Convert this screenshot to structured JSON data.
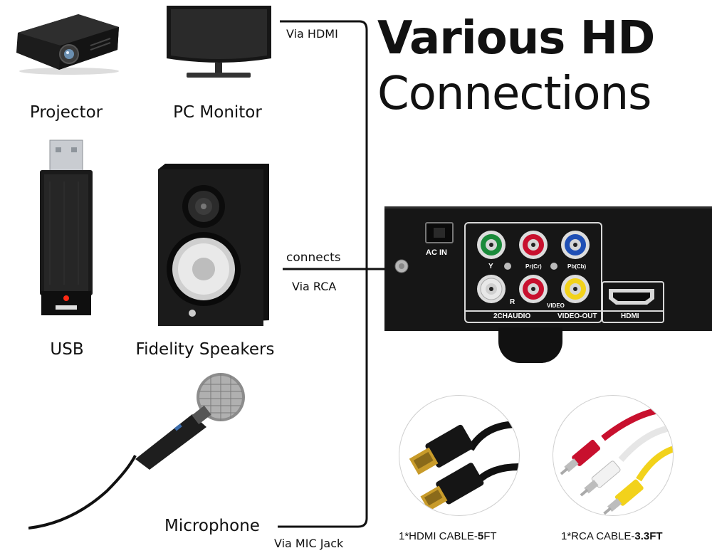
{
  "headline": {
    "line1": "Various HD",
    "line2": "Connections"
  },
  "devices": {
    "projector": {
      "label": "Projector",
      "icon": "projector-icon"
    },
    "pc_monitor": {
      "label": "PC Monitor",
      "icon": "monitor-icon"
    },
    "usb": {
      "label": "USB",
      "icon": "usb-drive-icon"
    },
    "speakers": {
      "label": "Fidelity Speakers",
      "icon": "speaker-icon"
    },
    "microphone": {
      "label": "Microphone",
      "icon": "microphone-icon"
    }
  },
  "connections": {
    "hdmi": "Via HDMI",
    "connects": "connects",
    "rca": "Via RCA",
    "mic": "Via MIC Jack"
  },
  "player_panel": {
    "ac_in": "AC IN",
    "y": "Y",
    "pr": "Pr(Cr)",
    "pb": "Pb(Cb)",
    "r": "R",
    "video": "VIDEO",
    "audio": "2CHAUDIO",
    "video_out": "VIDEO-OUT",
    "hdmi": "HDMI"
  },
  "cables": {
    "hdmi": {
      "prefix": "1*HDMI CABLE-",
      "length": "5",
      "unit": "FT"
    },
    "rca": {
      "prefix": "1*RCA CABLE-",
      "length": "3.3",
      "unit": "FT"
    }
  },
  "colors": {
    "jack_green": "#1a8a3a",
    "jack_red": "#c8102e",
    "jack_blue": "#1f4fb5",
    "jack_white": "#e8e8e8",
    "jack_yellow": "#f2d21b",
    "device_black": "#1a1a1a"
  }
}
